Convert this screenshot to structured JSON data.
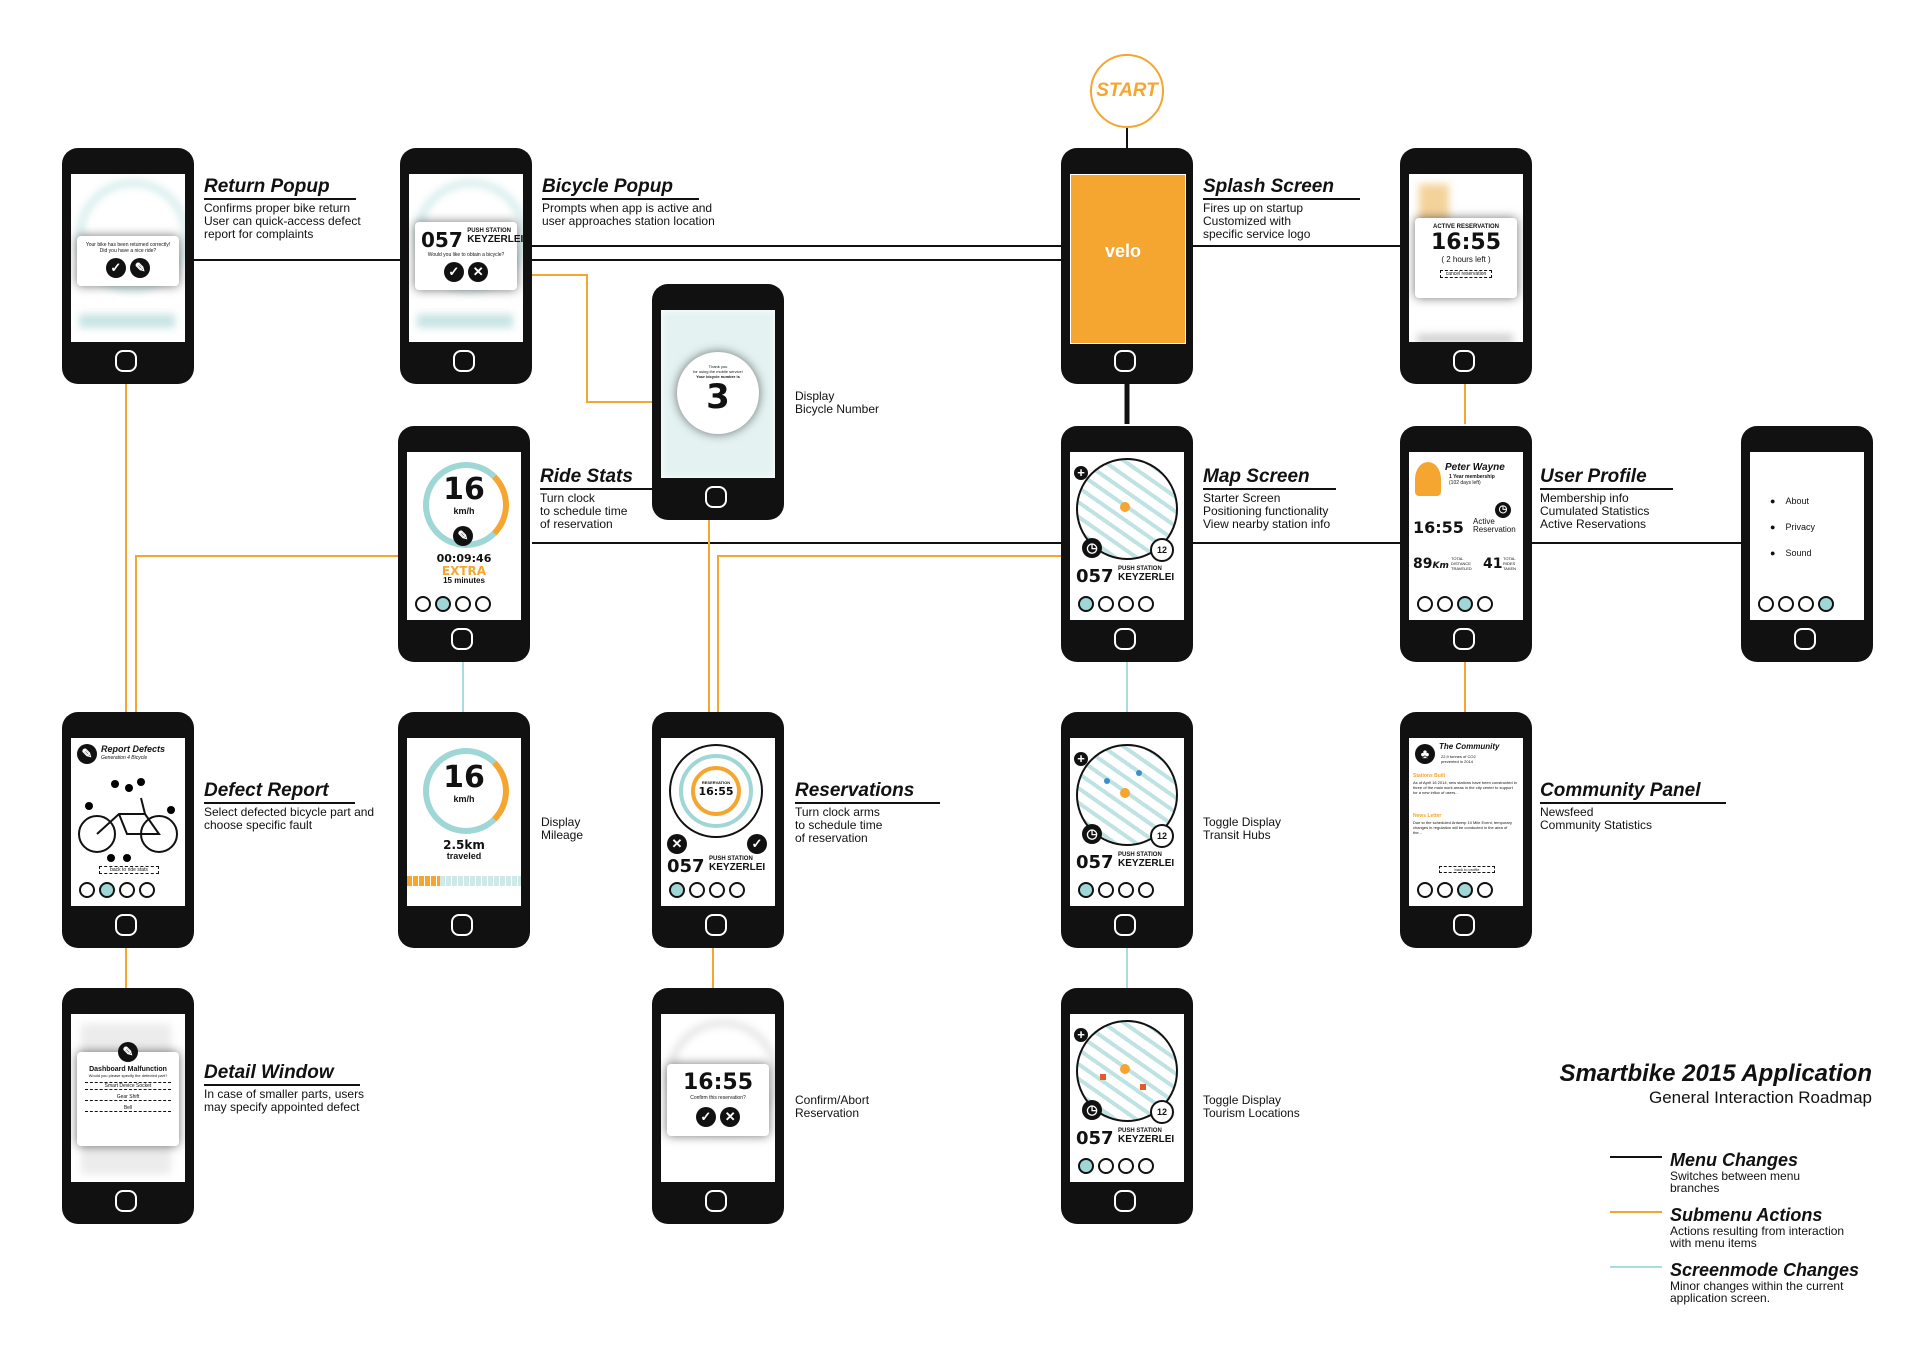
{
  "start_label": "START",
  "screens": {
    "return_popup": {
      "title": "Return Popup",
      "desc": [
        "Confirms proper bike return",
        "User can quick-access defect",
        "report for complaints"
      ],
      "popup_text": [
        "Your bike has been returned correctly!",
        "Did you have a nice ride?"
      ]
    },
    "bicycle_popup": {
      "title": "Bicycle Popup",
      "desc": [
        "Prompts when app is active and",
        "user approaches station location"
      ],
      "station_num": "057",
      "station_top": "PUSH STATION",
      "station_name": "KEYZERLEI",
      "question": "Would you like to obtain a bicycle?"
    },
    "splash": {
      "title": "Splash Screen",
      "desc": [
        "Fires up on startup",
        "Customized with",
        "specific service logo"
      ],
      "logo": "velo"
    },
    "reservation_popup": {
      "label": "ACTIVE RESERVATION",
      "time": "16:55",
      "left": "( 2 hours left )",
      "cancel": "cancel reservation"
    },
    "bicycle_number": {
      "label": [
        "Display",
        "Bicycle Number"
      ],
      "thanks": [
        "Thank you",
        "for using the mobile service!",
        "Your bicycle number is"
      ],
      "number": "3"
    },
    "ride_stats": {
      "title": "Ride Stats",
      "desc": [
        "Turn clock",
        "to schedule time",
        "of reservation"
      ],
      "speed": "16",
      "unit": "km/h",
      "elapsed": "00:09:46",
      "extra": "EXTRA",
      "extra_time": "15 minutes"
    },
    "map": {
      "title": "Map Screen",
      "desc": [
        "Starter Screen",
        "Positioning functionality",
        "View nearby station info"
      ],
      "station_num": "057",
      "station_top": "PUSH STATION",
      "station_name": "KEYZERLEI",
      "count": "12"
    },
    "user_profile": {
      "title": "User Profile",
      "desc": [
        "Membership info",
        "Cumulated Statistics",
        "Active Reservations"
      ],
      "name": "Peter Wayne",
      "membership": "1 Year membership",
      "days_left": "(102 days left)",
      "time": "16:55",
      "active": "Active Reservation",
      "distance": "89",
      "distance_unit": "Km",
      "distance_label": "TOTAL DISTANCE TRAVELED",
      "rides": "41",
      "rides_label": "TOTAL RIDES TAKEN"
    },
    "settings": {
      "items": [
        "About",
        "Privacy",
        "Sound"
      ]
    },
    "defect_report": {
      "title": "Defect Report",
      "desc": [
        "Select defected bicycle part and",
        "choose specific fault"
      ],
      "header": "Report Defects",
      "sub": "Generation 4 Bicycle",
      "back": "back to ride stats"
    },
    "mileage": {
      "label": [
        "Display",
        "Mileage"
      ],
      "speed": "16",
      "unit": "km/h",
      "distance": "2.5km",
      "traveled": "traveled"
    },
    "reservations": {
      "title": "Reservations",
      "desc": [
        "Turn clock arms",
        "to schedule time",
        "of reservation"
      ],
      "res_label": "RESERVATION",
      "time": "16:55",
      "station_num": "057",
      "station_top": "PUSH STATION",
      "station_name": "KEYZERLEI"
    },
    "transit": {
      "label": [
        "Toggle Display",
        "Transit Hubs"
      ],
      "count": "12",
      "station_num": "057",
      "station_top": "PUSH STATION",
      "station_name": "KEYZERLEI"
    },
    "community": {
      "title": "Community Panel",
      "desc": [
        "Newsfeed",
        "Community Statistics"
      ],
      "header": "The Community",
      "stat": "22,9 tonnes of CO2",
      "stat2": "prevented in 2014",
      "h1": "Stations Built",
      "p1": "As of April 16 2014, new stations have been constructed in three of the main work areas in the city center to support for a new influx of users...",
      "h2": "News Letter",
      "p2": "Due to the scheduled Antwerp 10 Mile Event, temporary changes in regulation will be conducted in the area of the...",
      "back": "back to profile"
    },
    "detail": {
      "title": "Detail Window",
      "desc": [
        "In case of smaller parts, users",
        "may specify appointed defect"
      ],
      "header": "Dashboard Malfunction",
      "question": "Would you please specify the defected part?",
      "options": [
        "Smart Device Socket",
        "Gear Shift",
        "Bell"
      ]
    },
    "confirm": {
      "label": [
        "Confirm/Abort",
        "Reservation"
      ],
      "time": "16:55",
      "question": "Confirm this reservation?"
    },
    "tourism": {
      "label": [
        "Toggle Display",
        "Tourism Locations"
      ],
      "count": "12",
      "station_num": "057",
      "station_top": "PUSH STATION",
      "station_name": "KEYZERLEI"
    }
  },
  "doc_title": "Smartbike 2015 Application",
  "doc_subtitle": "General Interaction Roadmap",
  "legend": [
    {
      "title": "Menu Changes",
      "desc": "Switches between menu branches",
      "color": "#111111"
    },
    {
      "title": "Submenu Actions",
      "desc": "Actions resulting from interaction with menu items",
      "color": "#f4a630"
    },
    {
      "title": "Screenmode Changes",
      "desc": "Minor changes within the current application screen.",
      "color": "#a9dcdc"
    }
  ],
  "colors": {
    "accent": "#f4a630",
    "teal": "#9fd6d6",
    "dark": "#111111"
  }
}
